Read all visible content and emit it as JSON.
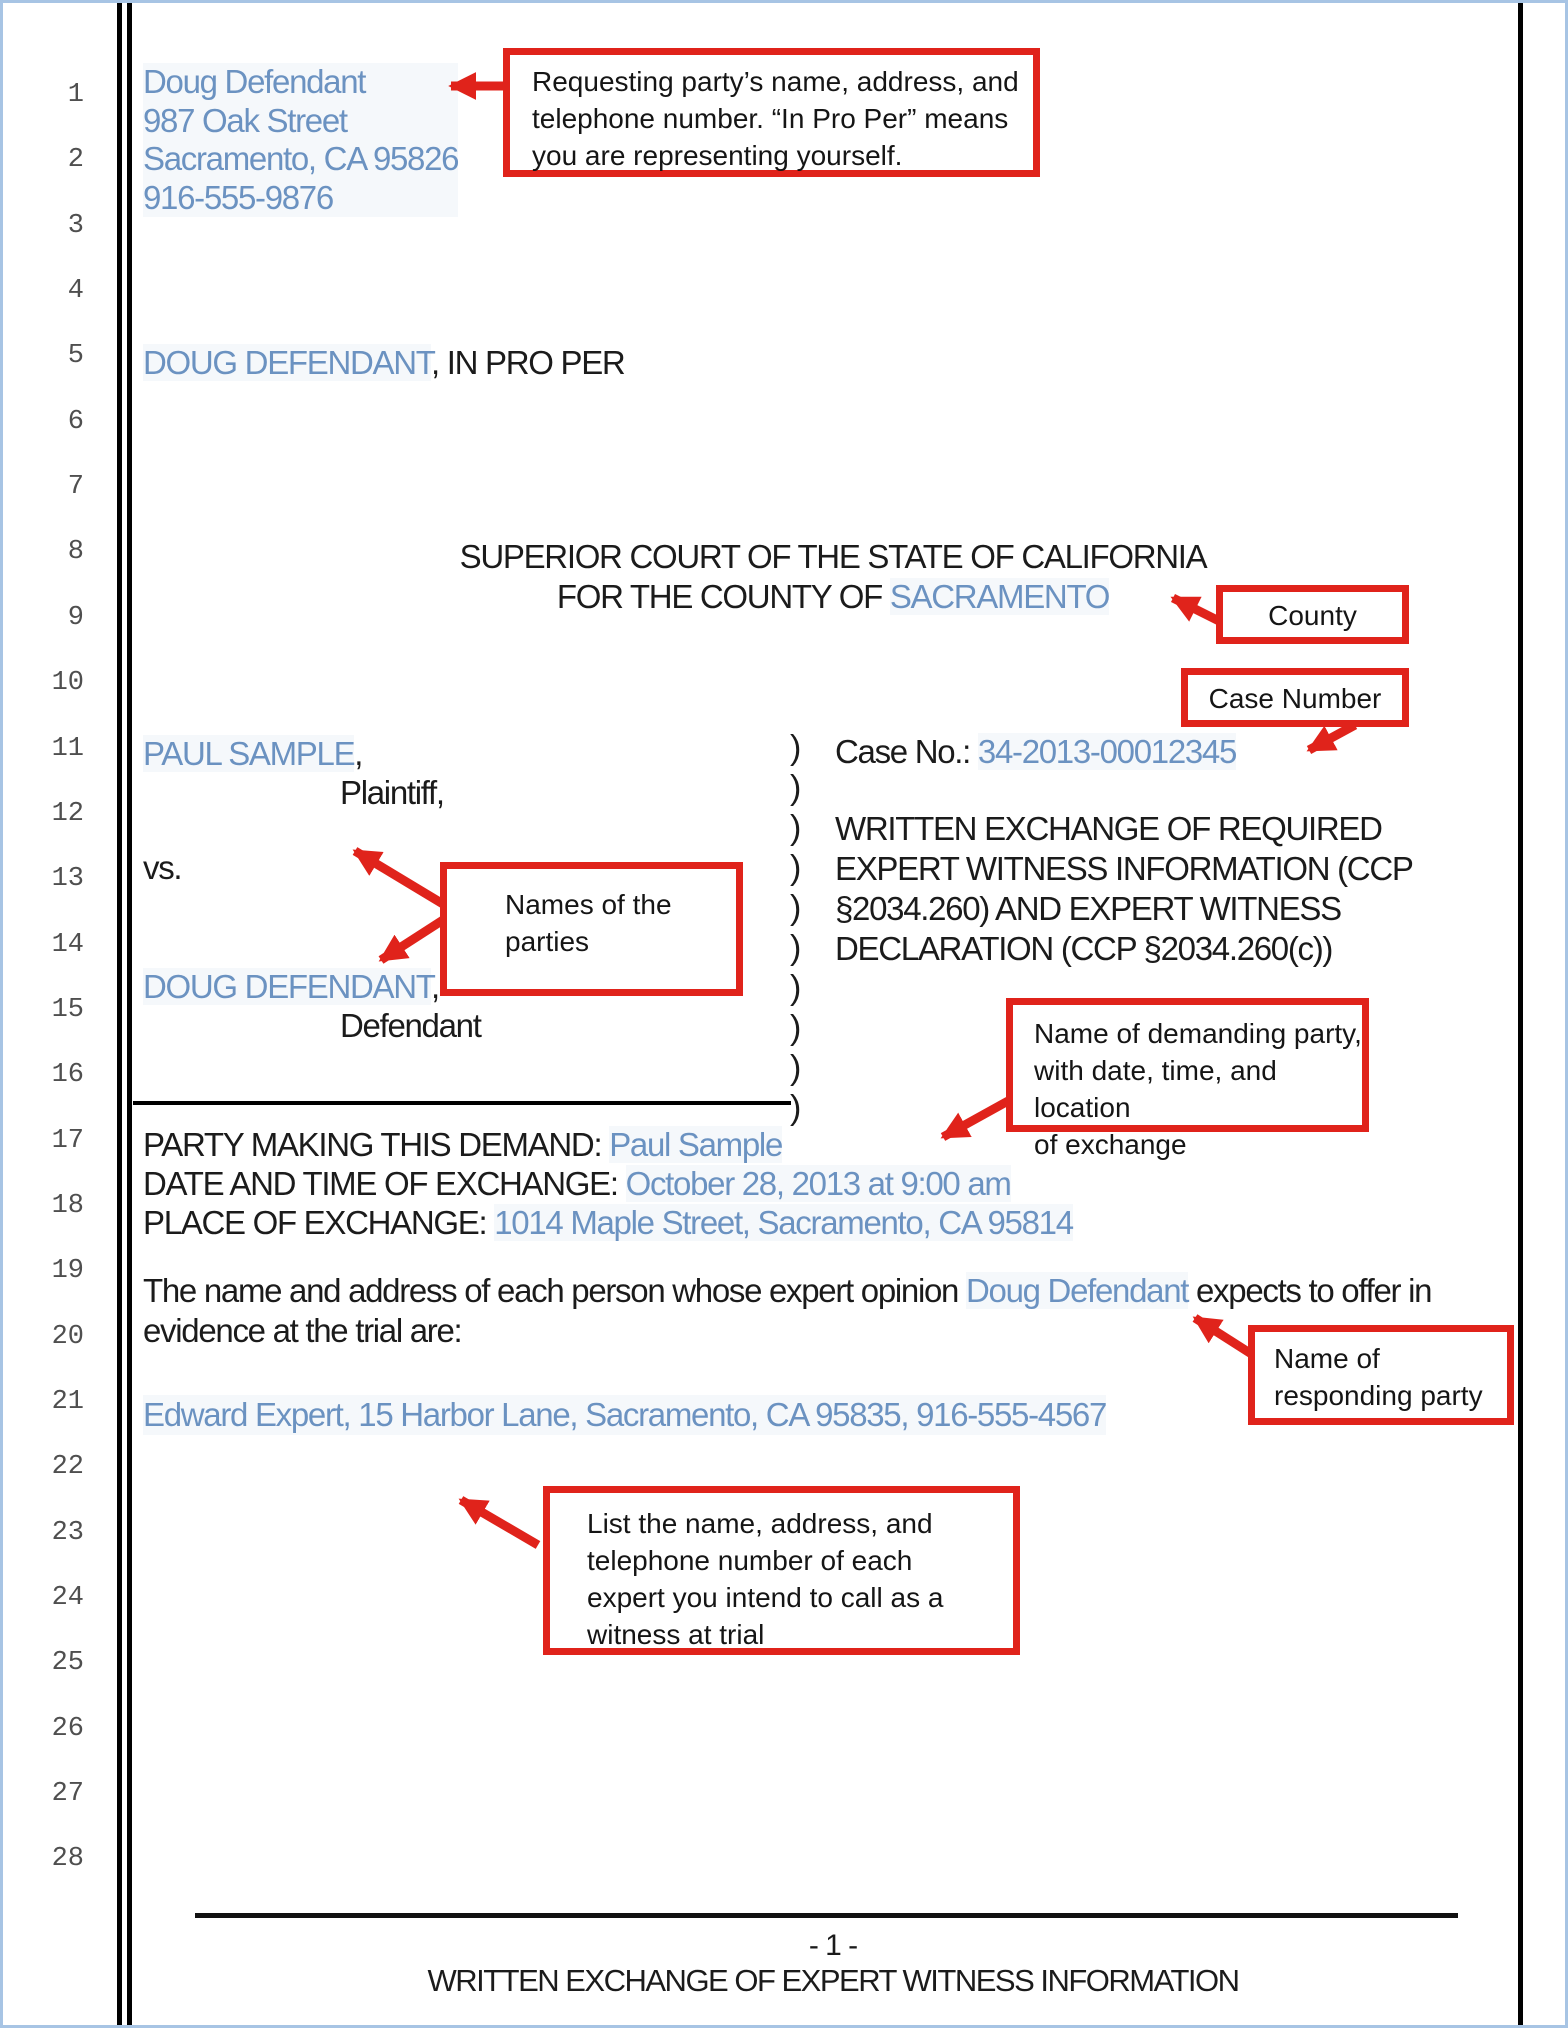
{
  "page": {
    "line_numbers": [
      "1",
      "2",
      "3",
      "4",
      "5",
      "6",
      "7",
      "8",
      "9",
      "10",
      "11",
      "12",
      "13",
      "14",
      "15",
      "16",
      "17",
      "18",
      "19",
      "20",
      "21",
      "22",
      "23",
      "24",
      "25",
      "26",
      "27",
      "28"
    ],
    "footer": {
      "page_number": "- 1 -",
      "title": "WRITTEN EXCHANGE OF EXPERT WITNESS INFORMATION"
    }
  },
  "attorney_block": {
    "name": "Doug Defendant",
    "street": "987 Oak Street",
    "city": "Sacramento, CA 95826",
    "phone": "916-555-9876"
  },
  "pro_per_line": {
    "name": "DOUG DEFENDANT",
    "suffix": ", IN PRO PER"
  },
  "court": {
    "line1": "SUPERIOR COURT OF THE STATE OF CALIFORNIA",
    "line2_prefix": "FOR THE COUNTY OF ",
    "county": "SACRAMENTO"
  },
  "caption": {
    "plaintiff_name": "PAUL SAMPLE",
    "comma": ",",
    "plaintiff_label": "Plaintiff,",
    "vs": "vs.",
    "defendant_name": "DOUG DEFENDANT",
    "defendant_label": "Defendant",
    "paren_char": ")",
    "paren_count": 10,
    "case_no_label": "Case No.: ",
    "case_no_value": "34-2013-00012345",
    "doc_title_lines": [
      "WRITTEN EXCHANGE OF REQUIRED",
      "EXPERT WITNESS INFORMATION (CCP",
      "§2034.260) AND EXPERT WITNESS",
      "DECLARATION (CCP §2034.260(c))"
    ]
  },
  "demand": {
    "party_label": "PARTY MAKING THIS DEMAND: ",
    "party_value": "Paul Sample",
    "datetime_label": "DATE AND TIME OF EXCHANGE: ",
    "datetime_value": "October 28, 2013 at 9:00 am",
    "place_label": "PLACE OF EXCHANGE: ",
    "place_value": "1014 Maple Street, Sacramento, CA 95814"
  },
  "body": {
    "para_before": "The name and address of each person whose expert opinion ",
    "party_name": "Doug Defendant",
    "para_after": " expects to offer in evidence at the trial are:",
    "expert_line": "Edward Expert, 15 Harbor Lane, Sacramento, CA 95835, 916-555-4567"
  },
  "annotations": {
    "requesting": {
      "lines": [
        "Requesting party’s name, address, and",
        "telephone number. “In Pro Per” means",
        "you are representing yourself."
      ]
    },
    "county": {
      "label": "County"
    },
    "case_number": {
      "label": "Case Number"
    },
    "parties": {
      "lines": [
        "Names of the",
        "parties"
      ]
    },
    "demanding": {
      "lines": [
        "Name of demanding party,",
        "with date, time, and location",
        "of exchange"
      ]
    },
    "responding": {
      "lines": [
        "Name of",
        "responding party"
      ]
    },
    "experts": {
      "lines": [
        "List the name, address, and",
        "telephone number of each",
        "expert you intend to call as a",
        "witness at trial"
      ]
    }
  },
  "colors": {
    "value_blue": "#6b92c1",
    "annotation_red": "#e0231b",
    "page_border_blue": "#a7c4e4",
    "text_black": "#1b1b1b",
    "line_number_gray": "#4f4f4f"
  }
}
